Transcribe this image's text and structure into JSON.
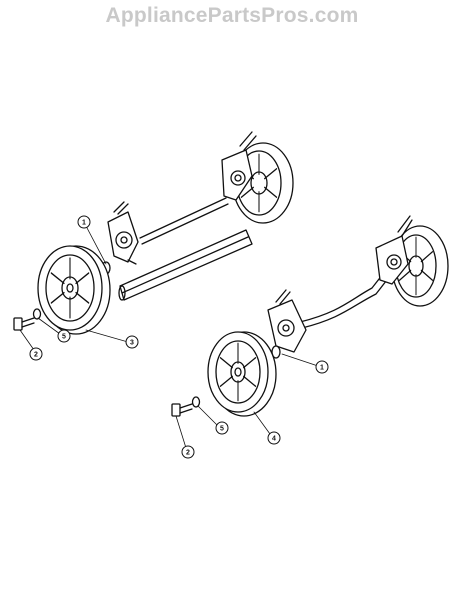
{
  "watermark": "AppliancePartsPros.com",
  "callouts": [
    {
      "id": "c1a",
      "label": "1"
    },
    {
      "id": "c1b",
      "label": "1"
    },
    {
      "id": "c2a",
      "label": "2"
    },
    {
      "id": "c2b",
      "label": "2"
    },
    {
      "id": "c3",
      "label": "3"
    },
    {
      "id": "c4",
      "label": "4"
    },
    {
      "id": "c5a",
      "label": "5"
    },
    {
      "id": "c5b",
      "label": "5"
    }
  ]
}
